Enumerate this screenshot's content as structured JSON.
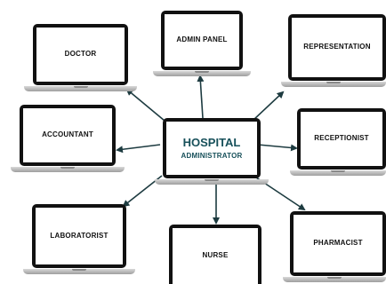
{
  "hub": {
    "title": "HOSPITAL",
    "subtitle": "ADMINISTRATOR",
    "title_color": "#17505a"
  },
  "nodes": {
    "doctor": "DOCTOR",
    "admin_panel": "ADMIN PANEL",
    "representation": "REPRESENTATION",
    "accountant": "ACCOUNTANT",
    "receptionist": "RECEPTIONIST",
    "laboratorist": "LABORATORIST",
    "nurse": "NURSE",
    "pharmacist": "PHARMACIST"
  },
  "colors": {
    "screen_frame": "#111111",
    "arrow": "#1d3b40",
    "laptop_base": "#b0b0b0"
  },
  "icons": [
    "laptop-icon",
    "arrow"
  ]
}
